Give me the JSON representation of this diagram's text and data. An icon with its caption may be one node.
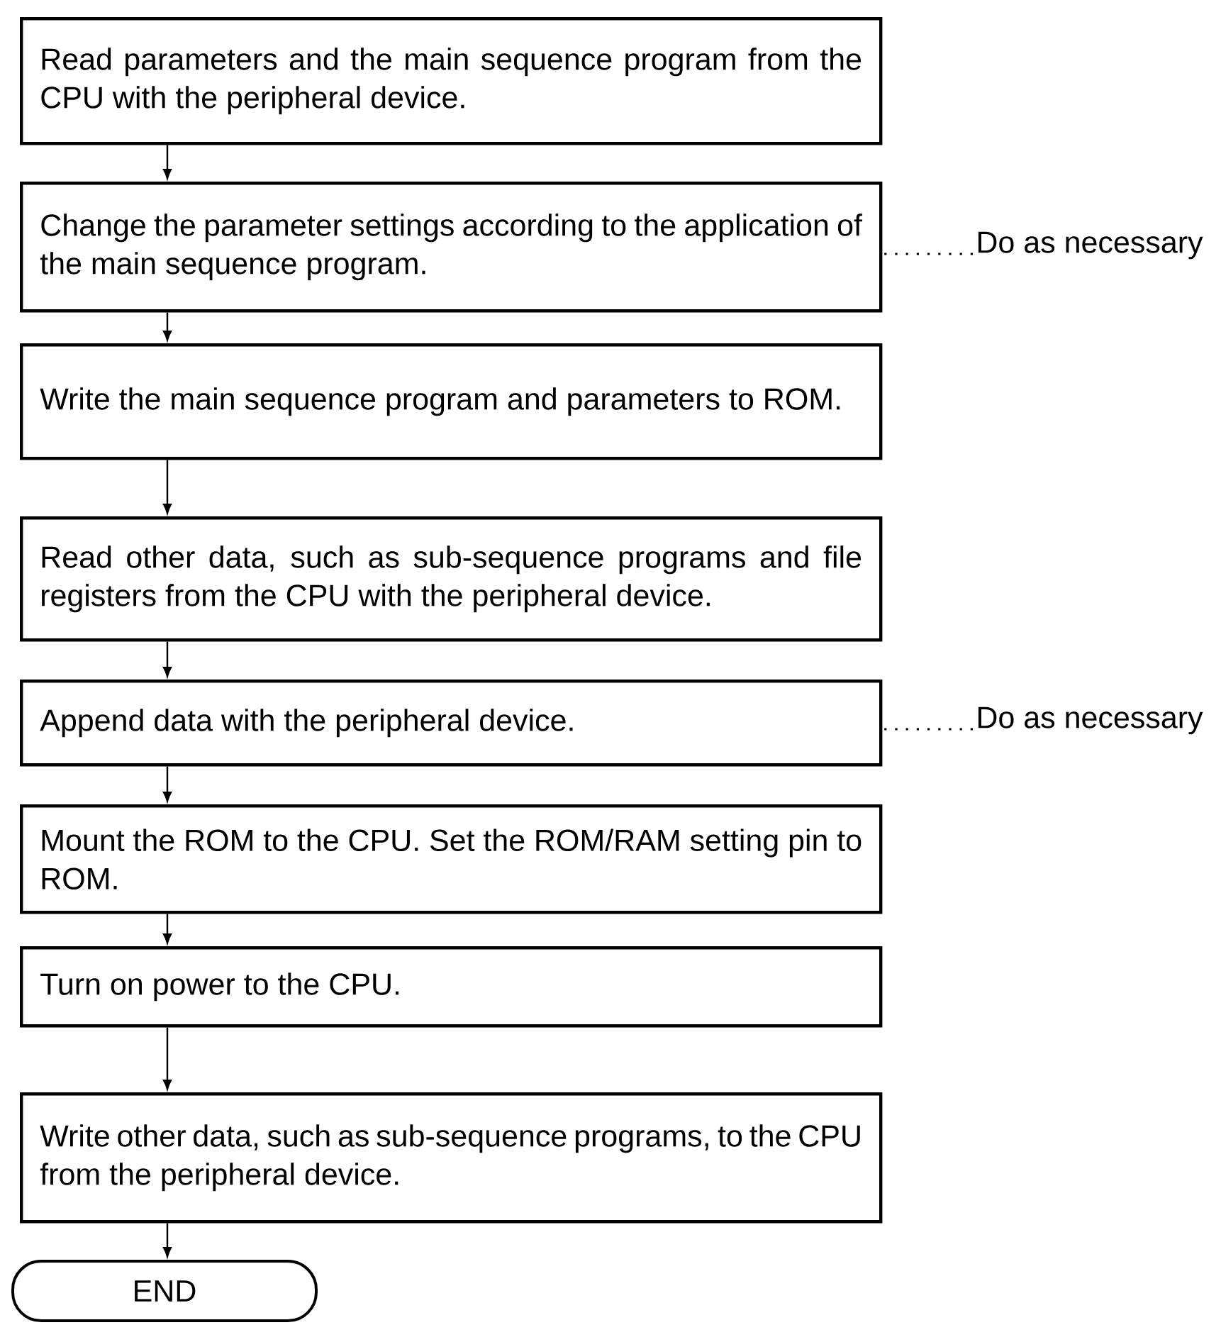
{
  "diagram": {
    "nodes": [
      {
        "text": [
          "Read parameters and the main sequence program from the CPU with the peripheral device."
        ]
      },
      {
        "text": [
          "Change the parameter settings according to the application of the main sequence program."
        ]
      },
      {
        "text": [
          "Write the main sequence program and parameters to ROM."
        ]
      },
      {
        "text": [
          "Read other data, such as sub-sequence programs and file registers from the CPU with the peripheral device."
        ]
      },
      {
        "text": [
          "Append data with the peripheral device."
        ]
      },
      {
        "text": [
          "Mount the ROM to the CPU. Set the ROM/RAM setting pin to ROM."
        ]
      },
      {
        "text": [
          "Turn on power to the CPU."
        ]
      },
      {
        "text": [
          "Write other data, such as sub-sequence programs, to the CPU from the peripheral device."
        ]
      },
      {
        "text": [
          "END"
        ]
      },
      {
        "text": [
          "Do as necessary"
        ]
      },
      {
        "text": [
          "Do as necessary"
        ]
      }
    ],
    "edges": [
      {
        "from": 0,
        "to": 1,
        "arrow": "to"
      },
      {
        "from": 1,
        "to": 2,
        "arrow": "to"
      },
      {
        "from": 2,
        "to": 3,
        "arrow": "to"
      },
      {
        "from": 3,
        "to": 4,
        "arrow": "to"
      },
      {
        "from": 4,
        "to": 5,
        "arrow": "to"
      },
      {
        "from": 5,
        "to": 6,
        "arrow": "to"
      },
      {
        "from": 6,
        "to": 7,
        "arrow": "to"
      },
      {
        "from": 7,
        "to": 8,
        "arrow": "to"
      },
      {
        "from": 9,
        "to": 1,
        "arrow": "none",
        "style": "dashed"
      },
      {
        "from": 10,
        "to": 4,
        "arrow": "none",
        "style": "dashed"
      }
    ]
  }
}
